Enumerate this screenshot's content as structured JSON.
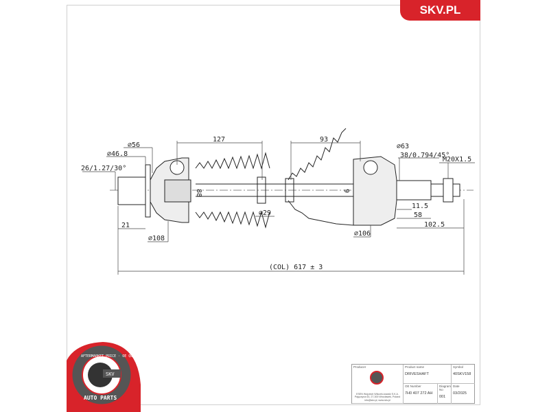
{
  "brand": {
    "label": "SKV.PL",
    "color": "#d8232a"
  },
  "logo": {
    "top_text": "AFTERMARKET PRICE · OE QUALITY",
    "center_text": "SKV",
    "bottom_text": "AUTO PARTS"
  },
  "dimensions": {
    "spline_left": "26/1.27/30°",
    "dia_46_8": "⌀46.8",
    "dia_56": "⌀56",
    "len_127": "127",
    "len_93": "93",
    "dia_63": "⌀63",
    "spline_right": "38/0.794/45°",
    "thread": "M20X1.5",
    "len_21": "21",
    "dia_108": "⌀108",
    "dia_29": "⌀29",
    "inner_88": "88",
    "inner_9": "9",
    "len_11_5": "11.5",
    "len_58": "58",
    "len_102_5": "102.5",
    "dia_106": "⌀106",
    "total": "(COL) 617 ± 3"
  },
  "title_block": {
    "producer_label": "Producer",
    "producer_address": "ESEN Wojciech Wilczek-kowski S.K.A. Pajęczyna 63, 27-300 Wrocławek, Poland info@skv.pl, www.skv.pl",
    "product_name_label": "Product name",
    "product_name": "DRIVESHAFT",
    "symbol_label": "Symbol",
    "symbol": "40SKV158",
    "oe_label": "OE Number",
    "oe_number": "7H0 407 272 AH",
    "diagram_label": "Diagram No",
    "diagram_no": "001",
    "date_label": "Date",
    "date": "03/2025"
  }
}
